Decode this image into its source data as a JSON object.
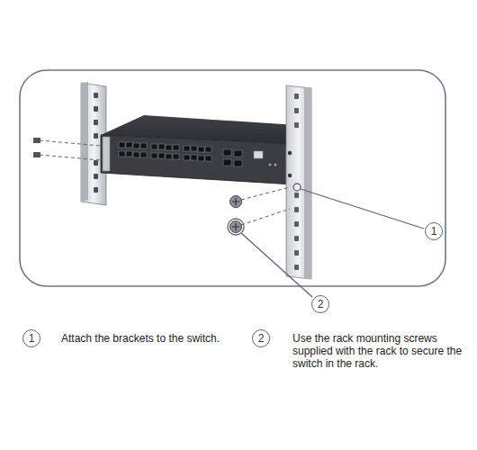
{
  "diagram": {
    "labels": [
      "1",
      "2",
      "1",
      "Attach the brackets to the switch.",
      "2",
      "Use the rack mounting screws supplied with the rack to secure the switch in the rack."
    ]
  }
}
